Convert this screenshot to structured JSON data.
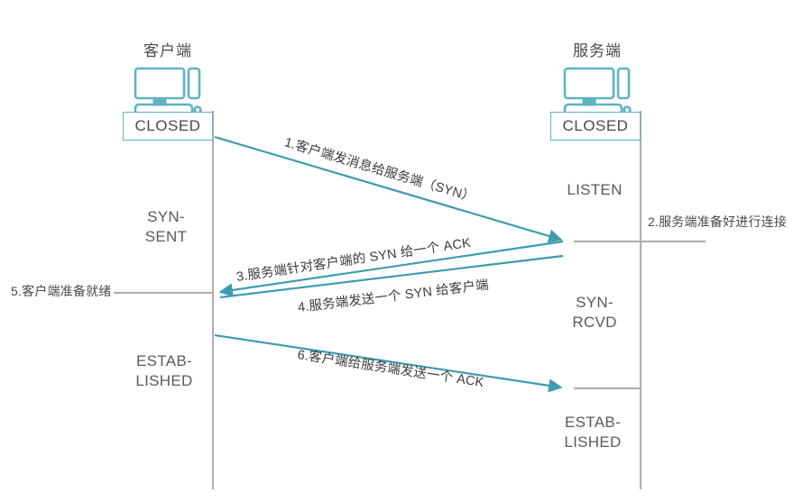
{
  "colors": {
    "accent": "#3e9cb0",
    "accent_light": "#5fb3c4",
    "lifeline": "#b0b0b0",
    "text": "#4a4a4a"
  },
  "client": {
    "title": "客户端",
    "icon": "desktop-computer-icon",
    "initial_state": "CLOSED",
    "states": [
      {
        "label": "SYN-\nSENT"
      },
      {
        "label": "ESTAB-\nLISHED"
      }
    ]
  },
  "server": {
    "title": "服务端",
    "icon": "desktop-computer-icon",
    "initial_state": "CLOSED",
    "states": [
      {
        "label": "LISTEN"
      },
      {
        "label": "SYN-\nRCVD"
      },
      {
        "label": "ESTAB-\nLISHED"
      }
    ]
  },
  "messages": [
    {
      "id": "1",
      "text": "1.客户端发消息给服务端（SYN）",
      "direction": "client-to-server"
    },
    {
      "id": "3",
      "text": "3.服务端针对客户端的 SYN 给一个 ACK",
      "direction": "server-to-client"
    },
    {
      "id": "4",
      "text": "4.服务端发送一个 SYN 给客户端",
      "direction": "server-to-client"
    },
    {
      "id": "6",
      "text": "6.客户端给服务端发送一个 ACK",
      "direction": "client-to-server"
    }
  ],
  "annotations": [
    {
      "id": "2",
      "text": "2.服务端准备好进行连接",
      "side": "right"
    },
    {
      "id": "5",
      "text": "5.客户端准备就绪",
      "side": "left"
    }
  ]
}
